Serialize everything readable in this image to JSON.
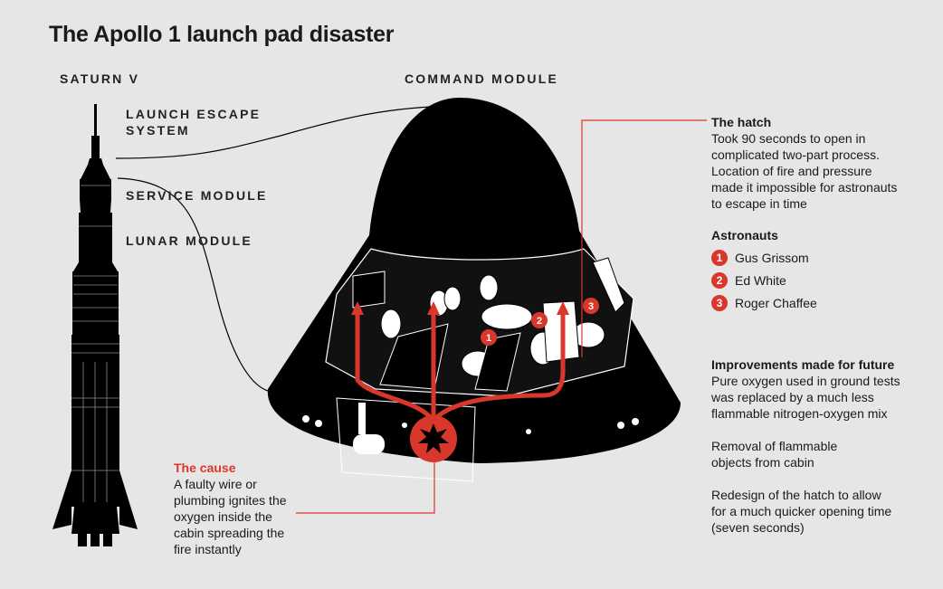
{
  "title": "The Apollo 1 launch pad disaster",
  "labels": {
    "saturn": "SATURN V",
    "command_module": "COMMAND MODULE",
    "launch_escape_1": "LAUNCH ESCAPE",
    "launch_escape_2": "SYSTEM",
    "service_module": "SERVICE MODULE",
    "lunar_module": "LUNAR MODULE"
  },
  "hatch": {
    "heading": "The hatch",
    "lines": [
      "Took 90 seconds to open in",
      "complicated two-part process.",
      "Location of fire and pressure",
      "made it impossible for astronauts",
      "to escape in time"
    ]
  },
  "astronauts": {
    "heading": "Astronauts",
    "list": [
      {
        "num": "1",
        "name": "Gus Grissom"
      },
      {
        "num": "2",
        "name": "Ed White"
      },
      {
        "num": "3",
        "name": "Roger Chaffee"
      }
    ]
  },
  "improvements": {
    "heading": "Improvements made for future",
    "p1": [
      "Pure oxygen used in ground tests",
      "was replaced by a much less",
      "flammable nitrogen-oxygen mix"
    ],
    "p2": [
      "Removal of flammable",
      "objects from cabin"
    ],
    "p3": [
      "Redesign of the hatch to allow",
      "for a much quicker opening time",
      "(seven seconds)"
    ]
  },
  "cause": {
    "heading": "The cause",
    "lines": [
      "A faulty wire or",
      "plumbing ignites the",
      "oxygen inside the",
      "cabin spreading the",
      "fire instantly"
    ]
  },
  "markers": [
    "1",
    "2",
    "3"
  ],
  "colors": {
    "accent": "#d9372b",
    "background": "#e6e6e6",
    "ink": "#000000"
  }
}
